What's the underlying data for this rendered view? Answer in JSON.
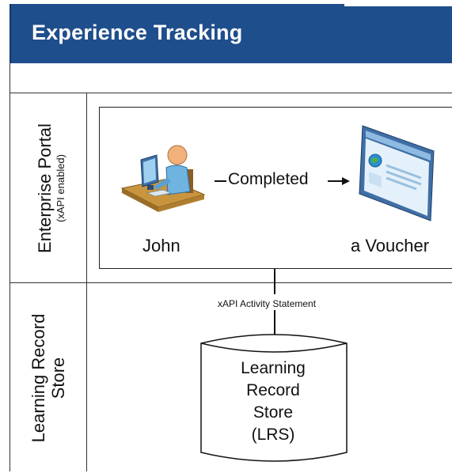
{
  "title": "Experience Tracking",
  "lanes": {
    "portal": {
      "label": "Enterprise Portal",
      "sublabel": "(xAPI enabled)"
    },
    "lrs": {
      "label_line1": "Learning Record",
      "label_line2": "Store"
    }
  },
  "actor": {
    "name": "John"
  },
  "verb": "Completed",
  "object": {
    "name": "a Voucher"
  },
  "statement_label": "xAPI Activity Statement",
  "store": {
    "line1": "Learning",
    "line2": "Record",
    "line3": "Store",
    "line4": "(LRS)"
  },
  "colors": {
    "title_bar": "#1f4e8c",
    "title_text": "#ffffff",
    "line": "#333333"
  }
}
